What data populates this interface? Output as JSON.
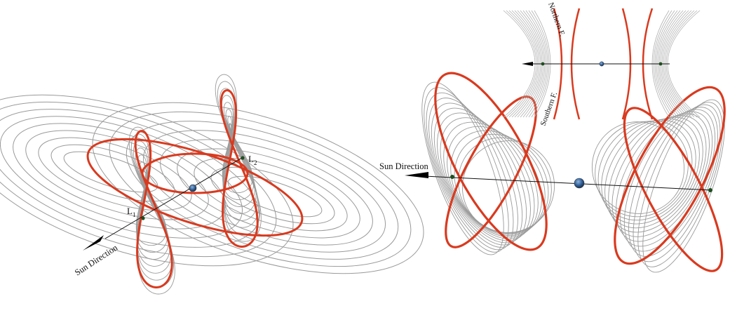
{
  "left_panel": {
    "sun_direction_label": "Sun Direction",
    "l1_label": "L",
    "l1_subscript": "1",
    "l2_label": "L",
    "l2_subscript": "2"
  },
  "right_panel": {
    "sun_direction_label": "Sun Direction",
    "northern_label": "Northern F.",
    "southern_label": "Southern F."
  },
  "colors": {
    "orbit_highlight": "#d93a1f",
    "orbit_family": "#9a9a9a",
    "axis": "#111111",
    "lagrange_point": "#1f4d1f",
    "earth": "#2f5f9a"
  },
  "icons": [
    "earth-icon",
    "sun-direction-arrow-icon"
  ]
}
